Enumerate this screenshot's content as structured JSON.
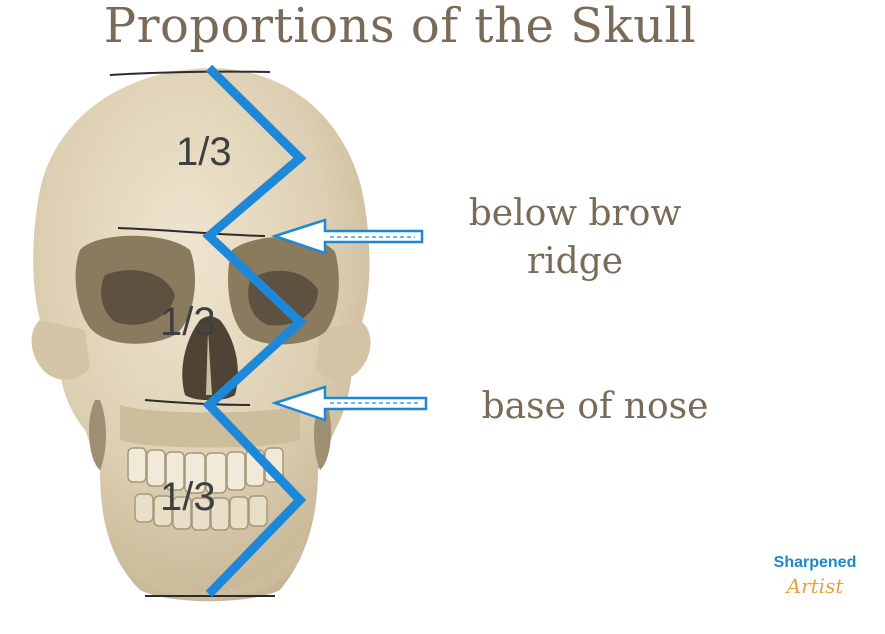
{
  "title": "Proportions of the Skull",
  "thirds": [
    "1/3",
    "1/3",
    "1/3"
  ],
  "labels": {
    "brow_line1": "below brow",
    "brow_line2": "ridge",
    "nose": "base of nose"
  },
  "logo": {
    "line1": "Sharpened",
    "line2": "Artist"
  },
  "colors": {
    "title": "#7a6a58",
    "zigzag": "#1e88d8",
    "bone": "#d9ccb0",
    "guide_line": "#2b2b2b"
  }
}
